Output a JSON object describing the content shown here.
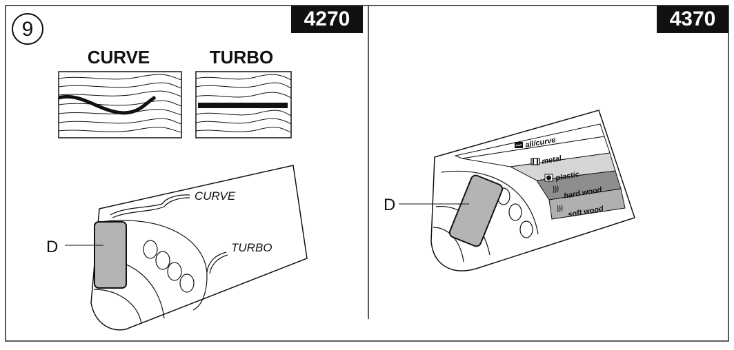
{
  "step": {
    "number": "9"
  },
  "panel_left": {
    "model": "4270",
    "examples": {
      "curve": "CURVE",
      "turbo": "TURBO"
    },
    "selector_labels": {
      "curve": "CURVE",
      "turbo": "TURBO"
    },
    "part_label": "D"
  },
  "panel_right": {
    "model": "4370",
    "part_label": "D",
    "settings": [
      "all/curve",
      "metal",
      "plastic",
      "hard wood",
      "soft wood"
    ]
  }
}
